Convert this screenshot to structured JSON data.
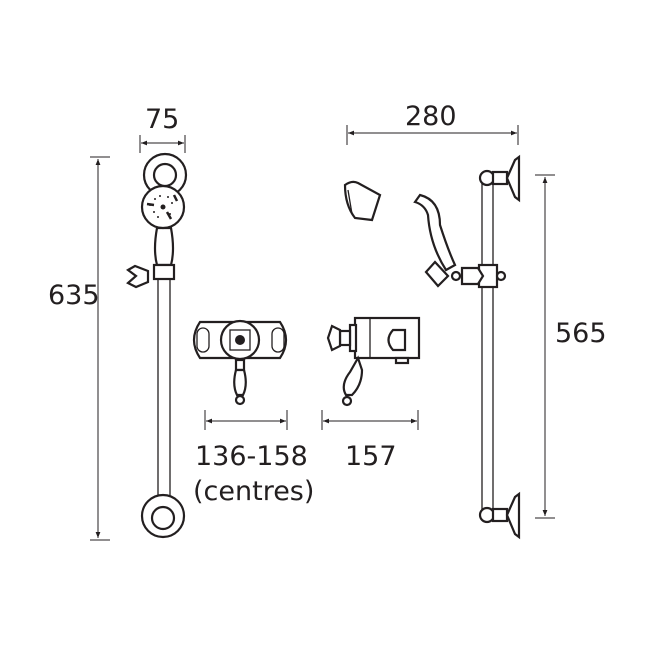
{
  "dimensions": {
    "overall_height": "635",
    "head_width": "75",
    "valve_centres": "136-158",
    "valve_centres_note": "(centres)",
    "valve_depth": "157",
    "projection": "280",
    "rail_height": "565"
  },
  "colors": {
    "line": "#231f20",
    "background": "#ffffff"
  }
}
